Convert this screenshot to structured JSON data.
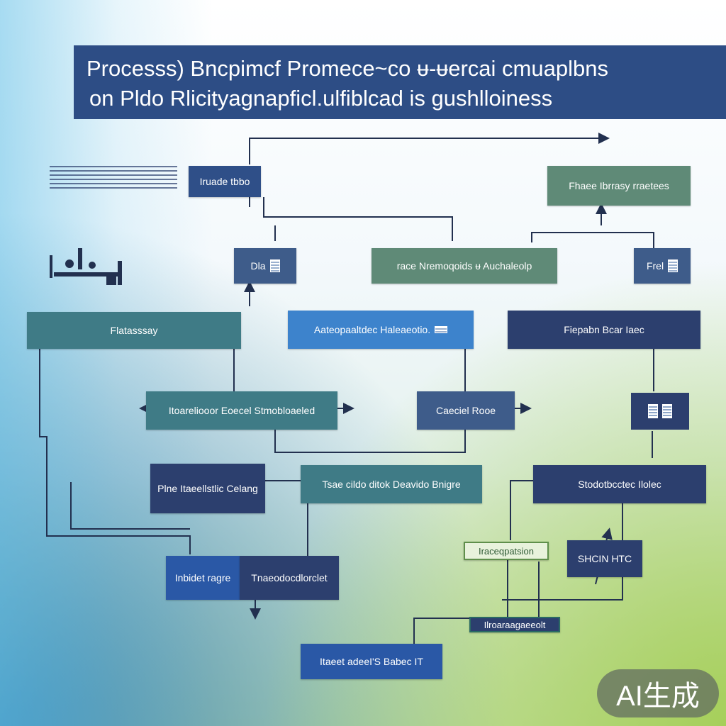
{
  "title": {
    "line1": "Processs) Bncpimcf Promece~co ᵾ-ᵾercai cmuaplbns",
    "line2": "on Pldo Rlicityagnapficl.ulfiblcad is gushlloiness"
  },
  "nodes": {
    "n1": "Iruade tbbo",
    "n2": "Fhaee Ibrrasy rraetees",
    "n3": "Dla",
    "n4": "race Nremoqoids ᵾ Auchaleolp",
    "n5": "Frel",
    "n6": "Flatasssay",
    "n7": "Aateopaaltdec Haleaeotio.",
    "n8": "Fiepabn Bcar Iaec",
    "n9": "Itoareliooor Eoecel Stmobloaeled",
    "n10": "Caeciel Rooe",
    "n11": "Plne Itaeellstlic Celang",
    "n12": "Tsae cildo ditok Deavido Bnigre",
    "n13": "Stodotbcctec Ilolec",
    "n14": "Iraceqpatsion",
    "n15": "SHCIN HTC",
    "n16": "Inbidet ragre",
    "n17": "Tnaeodocdlorclet",
    "n18": "Ilroaraagaeeolt",
    "n19": "Itaeet adeeI'S Babec IT"
  },
  "watermark": "AI生成"
}
